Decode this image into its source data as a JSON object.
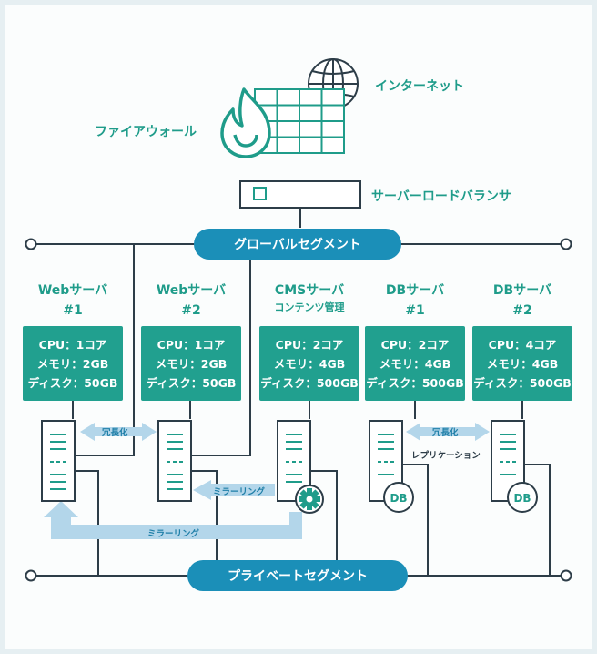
{
  "labels": {
    "internet": "インターネット",
    "firewall": "ファイアウォール",
    "load_balancer": "サーバーロードバランサ",
    "global_segment": "グローバルセグメント",
    "private_segment": "プライベートセグメント"
  },
  "servers": [
    {
      "name": "Webサーバ",
      "line2": "#1",
      "cpu": "CPU：1コア",
      "memory": "メモリ：2GB",
      "disk": "ディスク：50GB"
    },
    {
      "name": "Webサーバ",
      "line2": "#2",
      "cpu": "CPU：1コア",
      "memory": "メモリ：2GB",
      "disk": "ディスク：50GB"
    },
    {
      "name": "CMSサーバ",
      "line2": "コンテンツ管理",
      "cpu": "CPU：2コア",
      "memory": "メモリ：4GB",
      "disk": "ディスク：500GB"
    },
    {
      "name": "DBサーバ",
      "line2": "#1",
      "cpu": "CPU：2コア",
      "memory": "メモリ：4GB",
      "disk": "ディスク：500GB"
    },
    {
      "name": "DBサーバ",
      "line2": "#2",
      "cpu": "CPU：4コア",
      "memory": "メモリ：4GB",
      "disk": "ディスク：500GB"
    }
  ],
  "connections": {
    "redundancy_web": "冗長化",
    "mirroring_upper": "ミラーリング",
    "mirroring_lower": "ミラーリング",
    "redundancy_db": "冗長化",
    "replication": "レプリケーション"
  },
  "db_badges": [
    "DB",
    "DB"
  ],
  "colors": {
    "teal": "#1f9c8a",
    "blue": "#1b8fb8",
    "line": "#2d3d48",
    "arrow": "#b3d6ea"
  }
}
